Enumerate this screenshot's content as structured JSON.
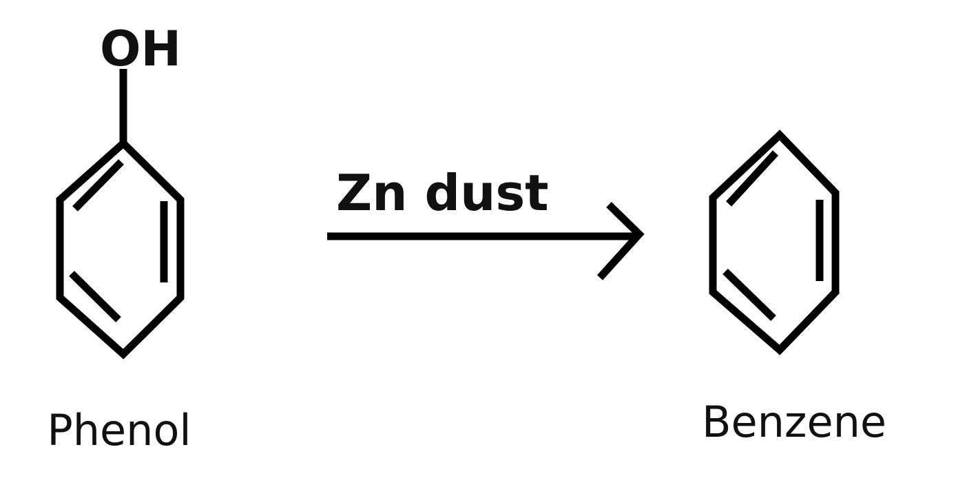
{
  "reactant": {
    "substituent": "OH",
    "name": "Phenol"
  },
  "reagent": "Zn dust",
  "product": {
    "name": "Benzene"
  },
  "colors": {
    "ink": "#000000",
    "text": "#111111",
    "background": "#ffffff"
  }
}
